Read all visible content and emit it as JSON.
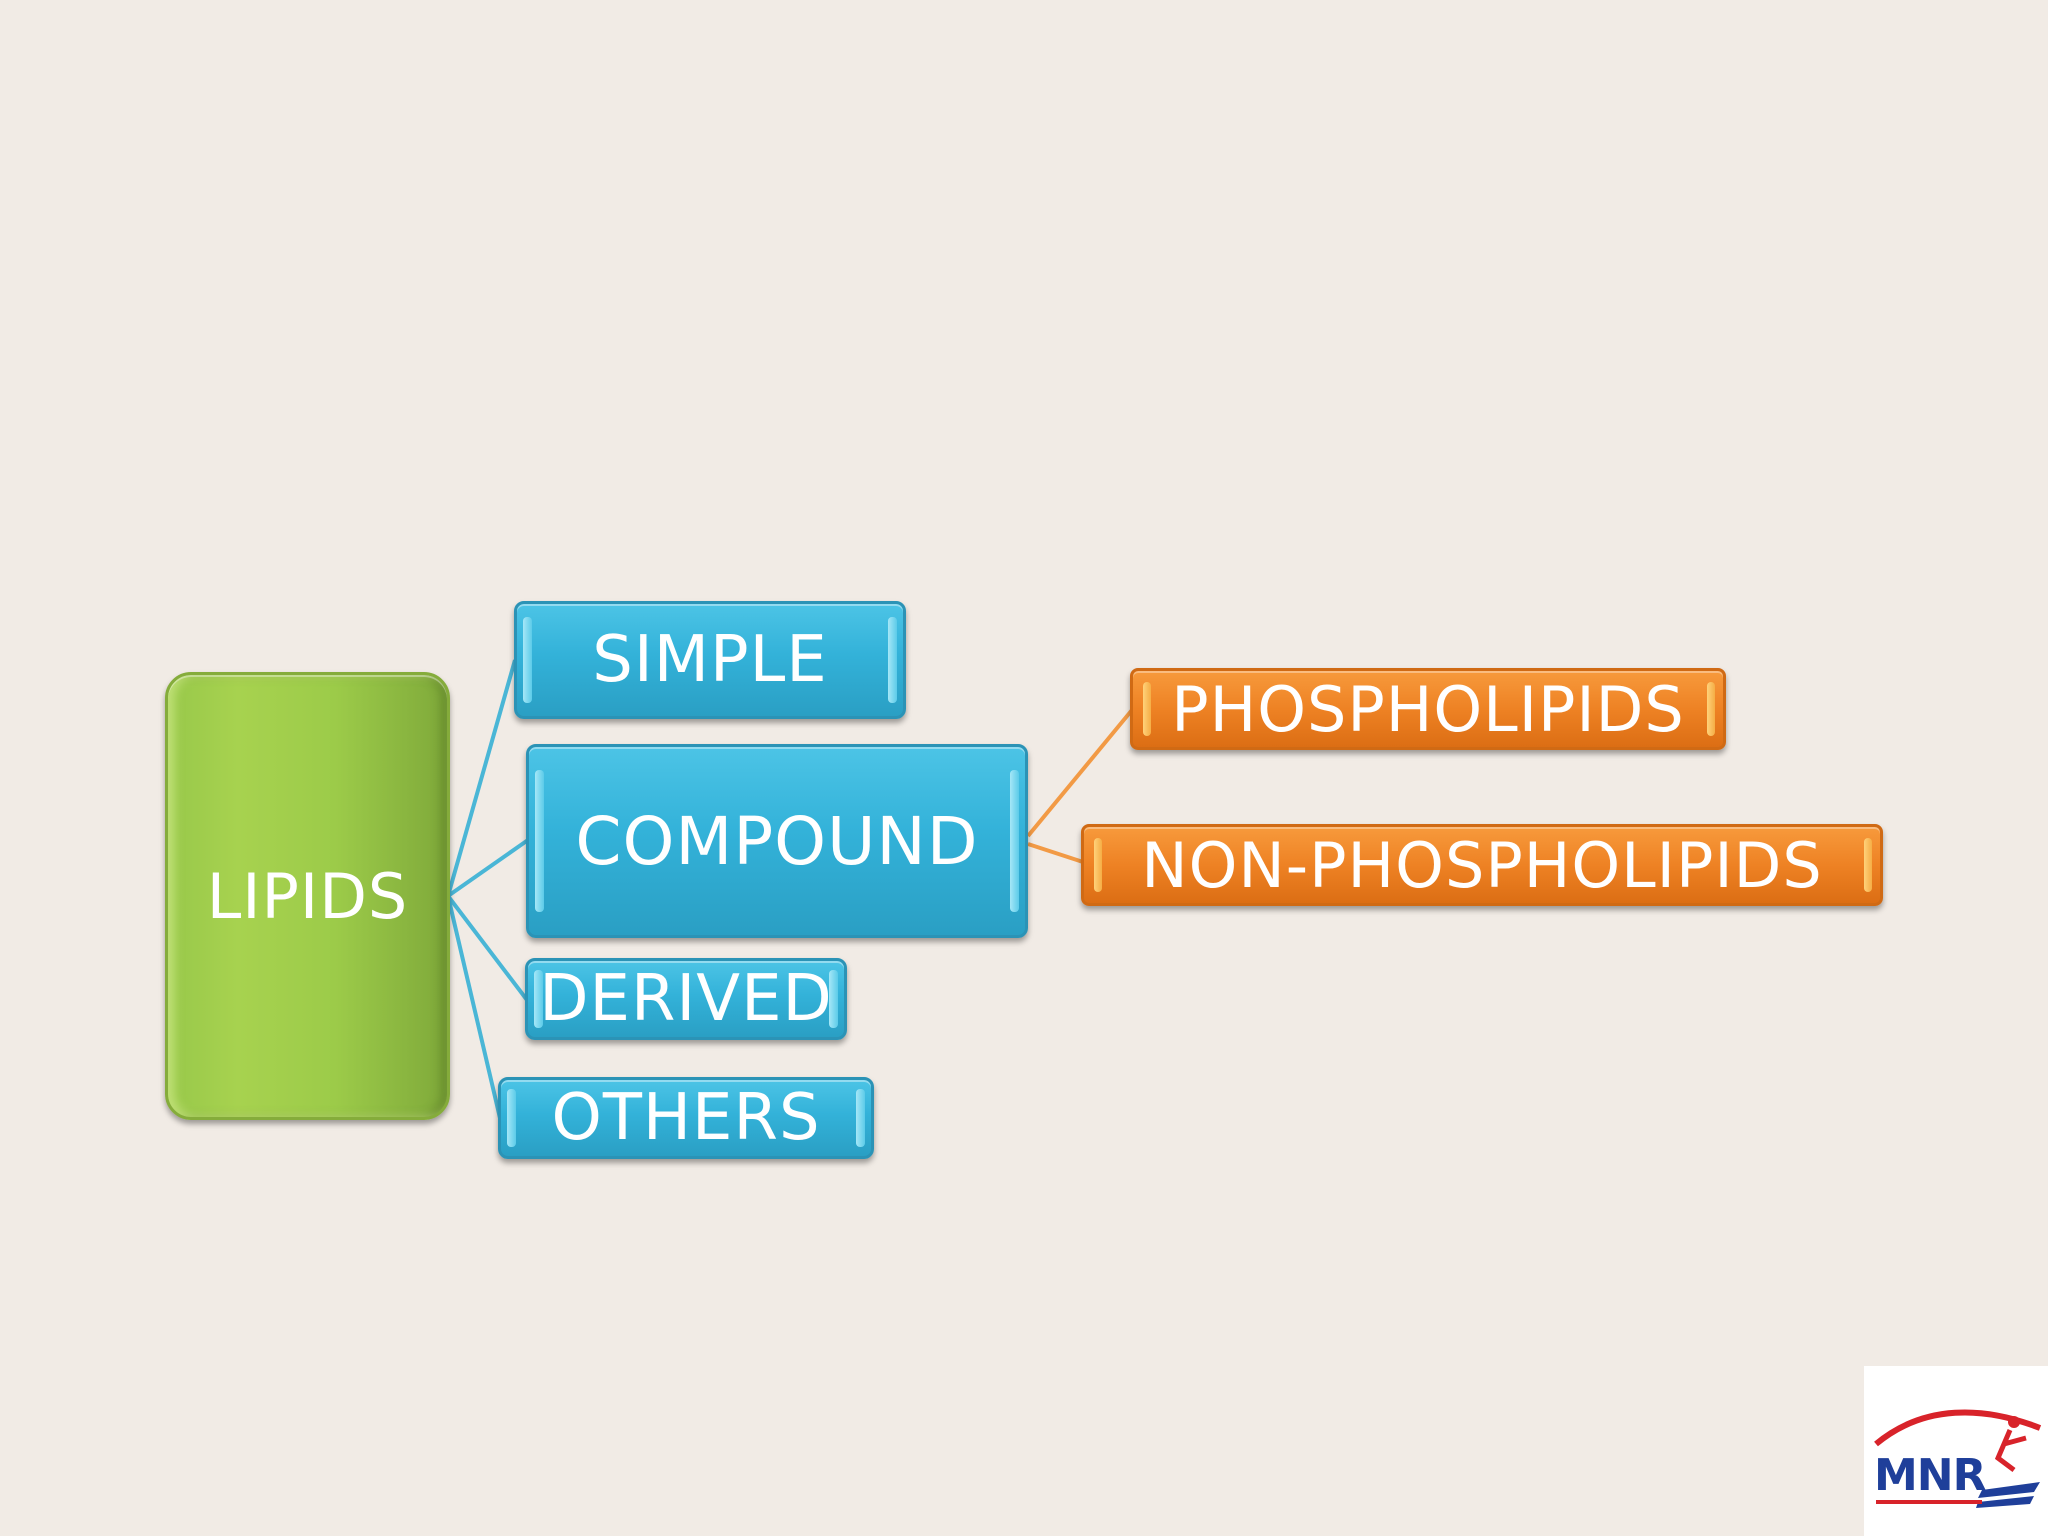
{
  "diagram": {
    "root": {
      "label": "LIPIDS"
    },
    "children": [
      {
        "label": "SIMPLE"
      },
      {
        "label": "COMPOUND"
      },
      {
        "label": "DERIVED"
      },
      {
        "label": "OTHERS"
      }
    ],
    "compound_children": [
      {
        "label": "PHOSPHOLIPIDS"
      },
      {
        "label": "NON-PHOSPHOLIPIDS"
      }
    ]
  },
  "logo": {
    "text": "MNR",
    "icon": "runner-logo-icon"
  },
  "colors": {
    "background": "#f1ebe5",
    "root": "#9ccb49",
    "level1": "#33b2d9",
    "level2": "#ee8224",
    "connector_blue": "#4ab6d6",
    "connector_orange": "#f29a45"
  }
}
